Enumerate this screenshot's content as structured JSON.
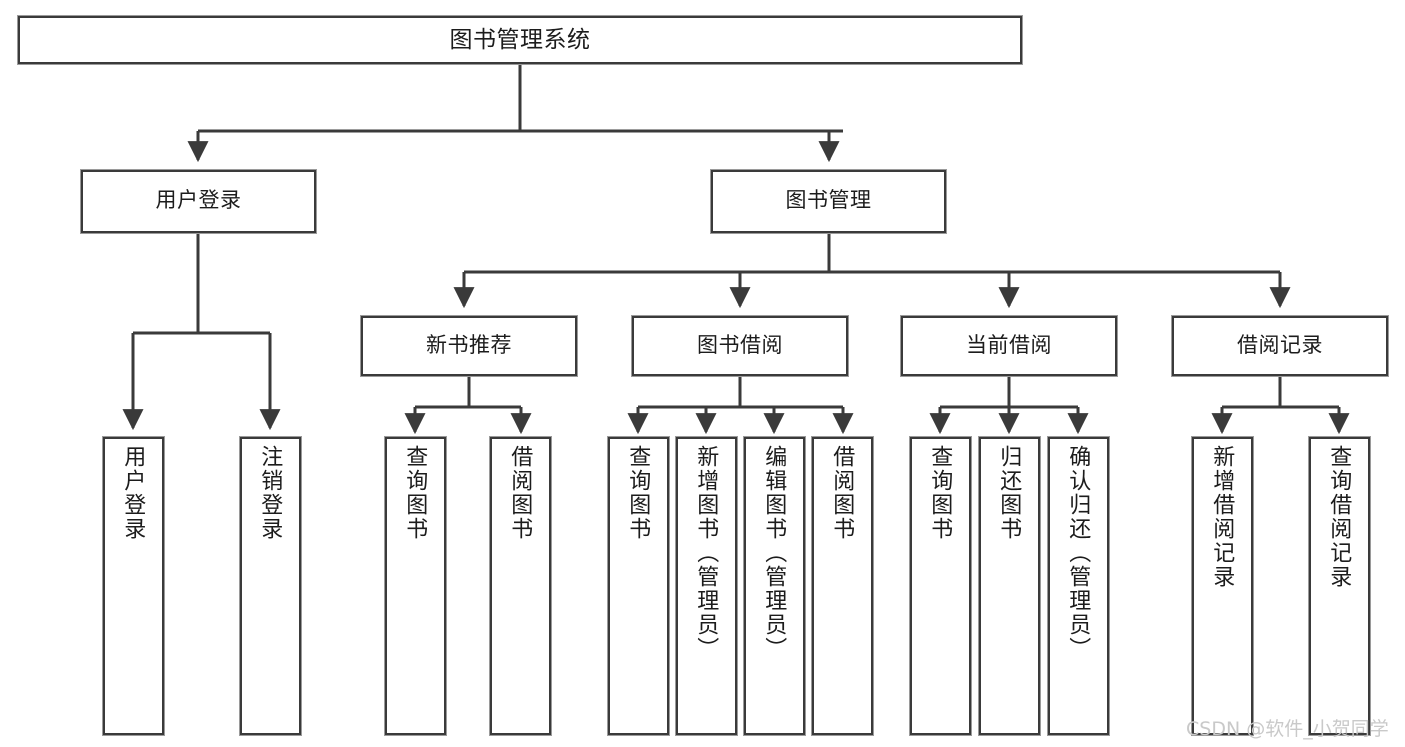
{
  "diagram": {
    "title": "图书管理系统",
    "type": "tree",
    "background_color": "#ffffff",
    "border_color": "#3a3a3a",
    "text_color": "#1c1c1c",
    "watermark": "CSDN @软件_小贺同学",
    "nodes": {
      "root": {
        "label": "图书管理系统"
      },
      "level2": [
        {
          "id": "user-login",
          "label": "用户登录"
        },
        {
          "id": "book-management",
          "label": "图书管理"
        }
      ],
      "level3": [
        {
          "id": "new-book-recommend",
          "label": "新书推荐"
        },
        {
          "id": "book-borrow",
          "label": "图书借阅"
        },
        {
          "id": "current-borrow",
          "label": "当前借阅"
        },
        {
          "id": "borrow-record",
          "label": "借阅记录"
        }
      ],
      "leaves": {
        "user_login": [
          {
            "id": "leaf-user-login",
            "label": "用户登录"
          },
          {
            "id": "leaf-logout-login",
            "label": "注销登录"
          }
        ],
        "new_book_recommend": [
          {
            "id": "leaf-query-book-1",
            "label": "查询图书"
          },
          {
            "id": "leaf-borrow-book-1",
            "label": "借阅图书"
          }
        ],
        "book_borrow": [
          {
            "id": "leaf-query-book-2",
            "label": "查询图书"
          },
          {
            "id": "leaf-add-book",
            "label": "新增图书（管理员）"
          },
          {
            "id": "leaf-edit-book",
            "label": "编辑图书（管理员）"
          },
          {
            "id": "leaf-borrow-book-2",
            "label": "借阅图书"
          }
        ],
        "current_borrow": [
          {
            "id": "leaf-query-book-3",
            "label": "查询图书"
          },
          {
            "id": "leaf-return-book",
            "label": "归还图书"
          },
          {
            "id": "leaf-confirm-return",
            "label": "确认归还（管理员）"
          }
        ],
        "borrow_record": [
          {
            "id": "leaf-add-record",
            "label": "新增借阅记录"
          },
          {
            "id": "leaf-query-record",
            "label": "查询借阅记录"
          }
        ]
      }
    }
  }
}
